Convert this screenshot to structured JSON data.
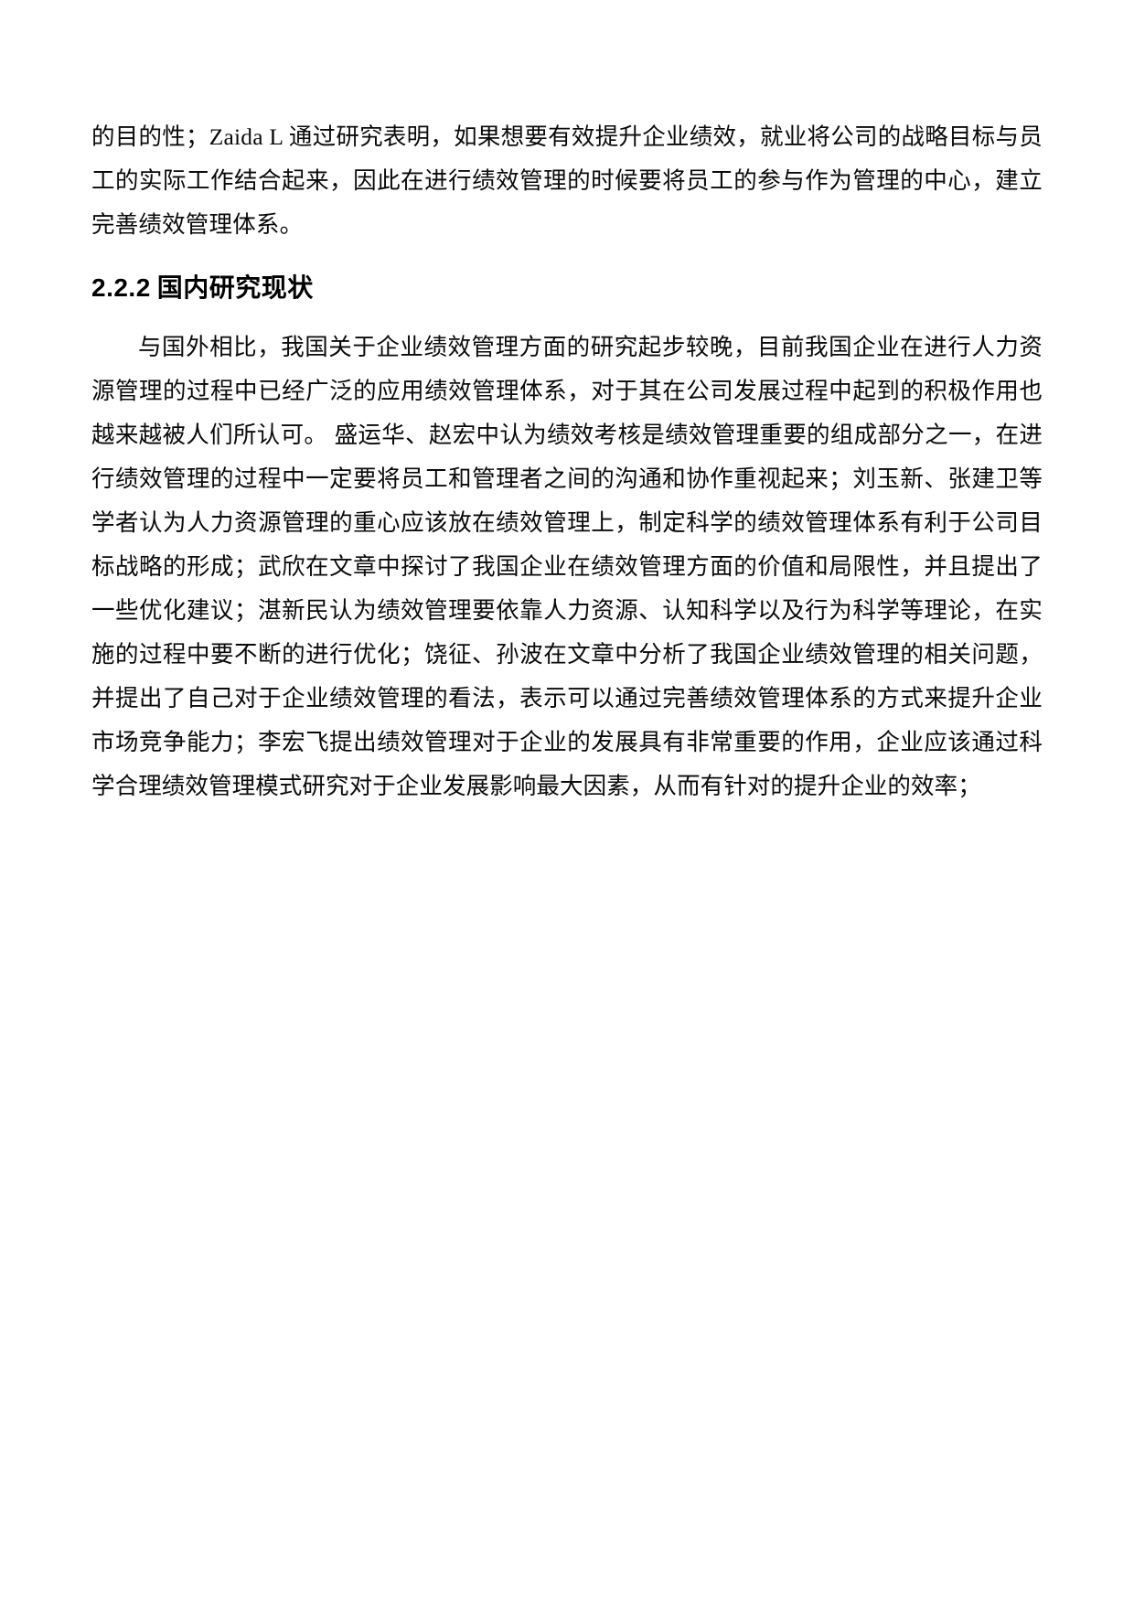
{
  "document": {
    "page_background": "#ffffff",
    "text_color": "#0a0a0a",
    "blocks": {
      "intro_paragraph": "的目的性；Zaida L 通过研究表明，如果想要有效提升企业绩效，就业将公司的战略目标与员工的实际工作结合起来，因此在进行绩效管理的时候要将员工的参与作为管理的中心，建立完善绩效管理体系。",
      "section_heading_number": "2.2.2",
      "section_heading_title": "国内研究现状",
      "body_paragraph": "与国外相比，我国关于企业绩效管理方面的研究起步较晚，目前我国企业在进行人力资源管理的过程中已经广泛的应用绩效管理体系，对于其在公司发展过程中起到的积极作用也越来越被人们所认可。  盛运华、赵宏中认为绩效考核是绩效管理重要的组成部分之一，在进行绩效管理的过程中一定要将员工和管理者之间的沟通和协作重视起来；刘玉新、张建卫等学者认为人力资源管理的重心应该放在绩效管理上，制定科学的绩效管理体系有利于公司目标战略的形成；武欣在文章中探讨了我国企业在绩效管理方面的价值和局限性，并且提出了一些优化建议；湛新民认为绩效管理要依靠人力资源、认知科学以及行为科学等理论，在实施的过程中要不断的进行优化；饶征、孙波在文章中分析了我国企业绩效管理的相关问题，并提出了自己对于企业绩效管理的看法，表示可以通过完善绩效管理体系的方式来提升企业市场竞争能力；李宏飞提出绩效管理对于企业的发展具有非常重要的作用，企业应该通过科学合理绩效管理模式研究对于企业发展影响最大因素，从而有针对的提升企业的效率；"
    }
  }
}
